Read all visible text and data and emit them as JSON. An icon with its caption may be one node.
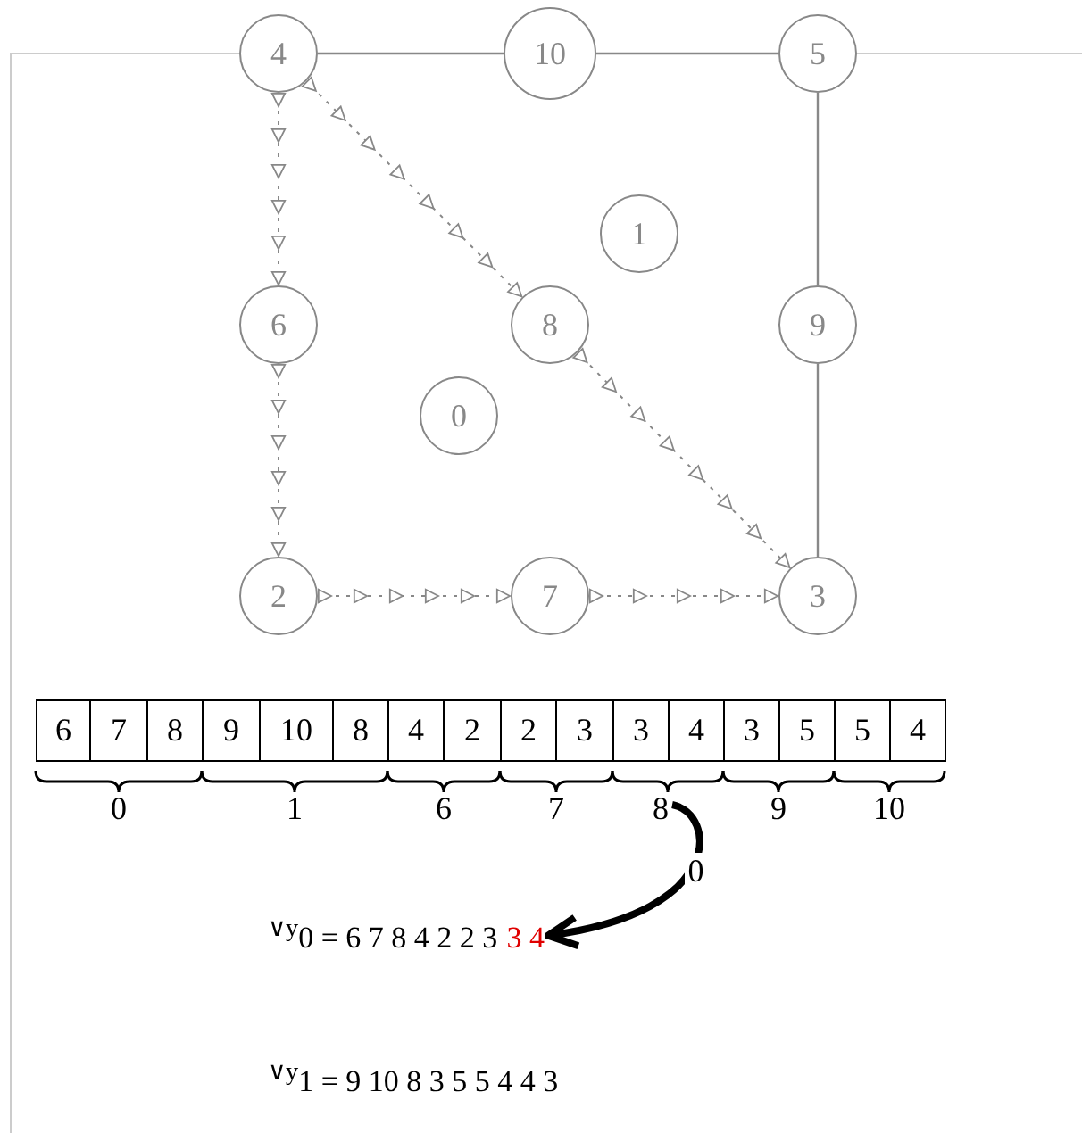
{
  "diagram": {
    "nodes": [
      {
        "text": [
          "4"
        ]
      },
      {
        "text": [
          "10"
        ]
      },
      {
        "text": [
          "5"
        ]
      },
      {
        "text": [
          "1"
        ]
      },
      {
        "text": [
          "6"
        ]
      },
      {
        "text": [
          "8"
        ]
      },
      {
        "text": [
          "9"
        ]
      },
      {
        "text": [
          "0"
        ]
      },
      {
        "text": [
          "2"
        ]
      },
      {
        "text": [
          "7"
        ]
      },
      {
        "text": [
          "3"
        ]
      },
      {
        "text": [
          "8"
        ]
      },
      {
        "text": [
          "$^{∨y}$0 = 6 7 8 4 2 2 3",
          "3 4"
        ]
      }
    ],
    "edges": [
      {
        "from": 0,
        "to": 1,
        "arrow": "none"
      },
      {
        "from": 1,
        "to": 2,
        "arrow": "none"
      },
      {
        "from": 2,
        "to": 6,
        "arrow": "none"
      },
      {
        "from": 6,
        "to": 10,
        "arrow": "none"
      },
      {
        "from": 0,
        "to": 4,
        "arrow": "to",
        "style": "dashed"
      },
      {
        "from": 4,
        "to": 8,
        "arrow": "to",
        "style": "dashed"
      },
      {
        "from": 8,
        "to": 9,
        "arrow": "to",
        "style": "dashed"
      },
      {
        "from": 9,
        "to": 10,
        "arrow": "to",
        "style": "dashed"
      },
      {
        "from": 0,
        "to": 5,
        "arrow": "to",
        "style": "dashed"
      },
      {
        "from": 5,
        "to": 10,
        "arrow": "to",
        "style": "dashed"
      },
      {
        "from": 11,
        "to": 12,
        "arrow": "to",
        "style": "thick",
        "color": "#000000",
        "label": "0"
      }
    ],
    "labels": [
      "6",
      "7",
      "8",
      "9",
      "10",
      "8",
      "4",
      "2",
      "2",
      "3",
      "3",
      "4",
      "3",
      "5",
      "5",
      "4",
      "0",
      "1",
      "6",
      "7",
      "9",
      "10",
      "$^{∨y}$1 = 9 10 8 3 5 5 4 4 3"
    ]
  }
}
